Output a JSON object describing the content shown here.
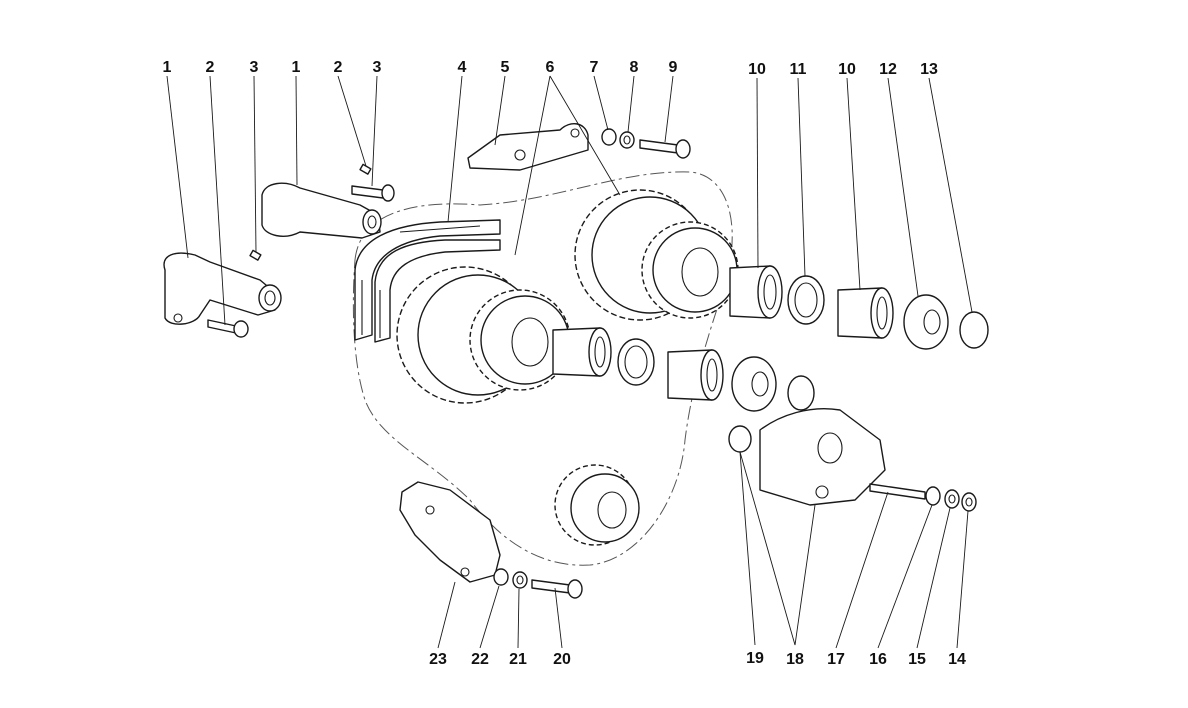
{
  "diagram": {
    "callouts": [
      "1",
      "2",
      "3",
      "1",
      "2",
      "3",
      "4",
      "5",
      "6",
      "7",
      "8",
      "9",
      "10",
      "11",
      "10",
      "12",
      "13",
      "23",
      "22",
      "21",
      "20",
      "19",
      "18",
      "17",
      "16",
      "15",
      "14"
    ]
  }
}
